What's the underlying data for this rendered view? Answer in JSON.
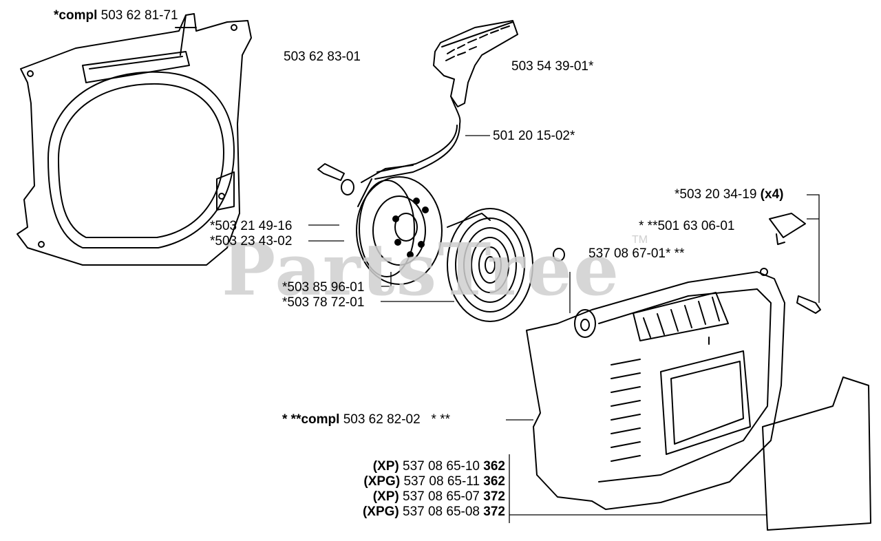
{
  "watermark": {
    "text": "PartsTree",
    "tm": "TM"
  },
  "labels": {
    "housing_compl": {
      "prefix": "*compl",
      "number": "503 62 81-71"
    },
    "handle_group": "503 62 83-01",
    "handle": "503 54 39-01*",
    "rope": "501 20 15-02*",
    "screw_top": "*503 20 34-19",
    "screw_top_qty": "(x4)",
    "grommet": "* **501 63 06-01",
    "screw_left_a": "*503 21 49-16",
    "screw_left_b": "*503 23 43-02",
    "bushing": "537 08 67-01* **",
    "spring_a": "*503 85 96-01",
    "spring_b": "*503 78 72-01",
    "cover_compl": {
      "prefix": "* **compl",
      "number": "503 62 82-02",
      "suffix": "* **"
    },
    "decals": [
      {
        "variant": "(XP)",
        "number": "537 08 65-10",
        "model": "362"
      },
      {
        "variant": "(XPG)",
        "number": "537 08 65-11",
        "model": "362"
      },
      {
        "variant": "(XP)",
        "number": "537 08 65-07",
        "model": "372"
      },
      {
        "variant": "(XPG)",
        "number": "537 08 65-08",
        "model": "372"
      }
    ]
  }
}
